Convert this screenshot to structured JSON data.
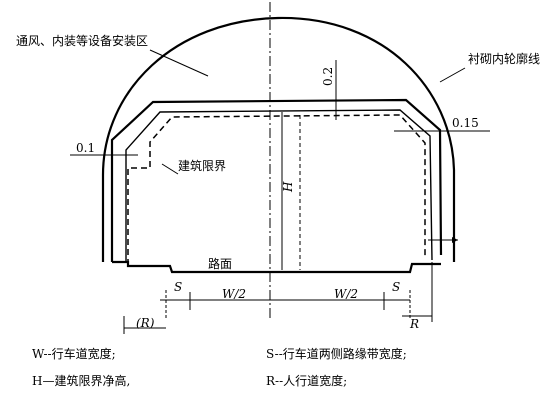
{
  "labels": {
    "ventilation_zone": "通风、内装等设备安装区",
    "lining_contour": "衬砌内轮廓线",
    "clearance_limit": "建筑限界",
    "road_surface": "路面",
    "offset_left": "0.1",
    "offset_right": "0.15",
    "offset_top": "0.2"
  },
  "dimensions": {
    "height": "H",
    "half_width_left": "W/2",
    "half_width_right": "W/2",
    "s_left": "S",
    "s_right": "S",
    "r_left": "(R)",
    "r_right": "R"
  },
  "legend": {
    "w": "W--行车道宽度;",
    "s": "S--行车道两侧路缘带宽度;",
    "h": "H—建筑限界净高,",
    "r": "R--人行道宽度;"
  }
}
